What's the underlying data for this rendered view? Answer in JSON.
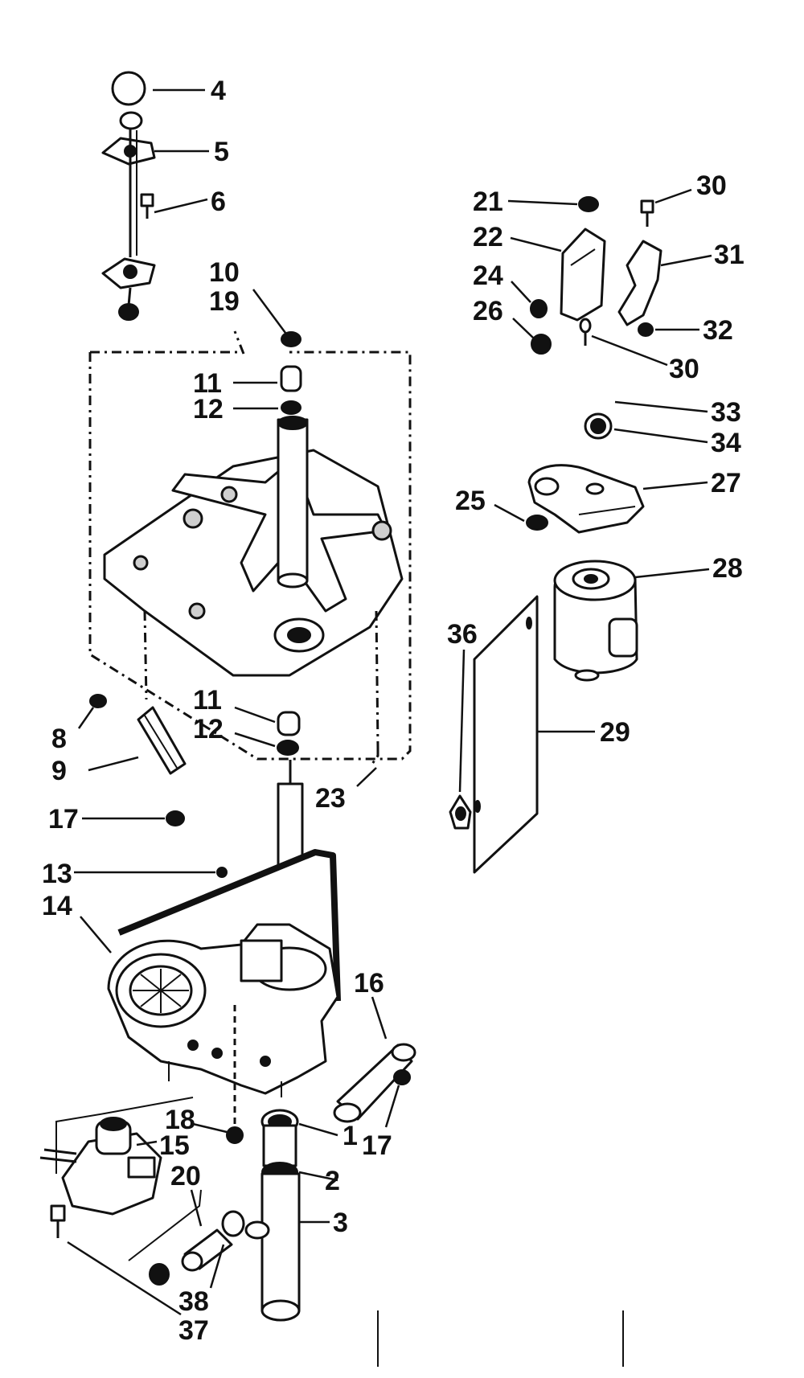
{
  "diagram": {
    "callouts": [
      {
        "id": "c4",
        "label": "4"
      },
      {
        "id": "c5",
        "label": "5"
      },
      {
        "id": "c6",
        "label": "6"
      },
      {
        "id": "c10",
        "label": "10"
      },
      {
        "id": "c19",
        "label": "19"
      },
      {
        "id": "c11a",
        "label": "11"
      },
      {
        "id": "c12a",
        "label": "12"
      },
      {
        "id": "c11b",
        "label": "11"
      },
      {
        "id": "c12b",
        "label": "12"
      },
      {
        "id": "c8",
        "label": "8"
      },
      {
        "id": "c9",
        "label": "9"
      },
      {
        "id": "c17a",
        "label": "17"
      },
      {
        "id": "c23",
        "label": "23"
      },
      {
        "id": "c13",
        "label": "13"
      },
      {
        "id": "c14",
        "label": "14"
      },
      {
        "id": "c16",
        "label": "16"
      },
      {
        "id": "c17b",
        "label": "17"
      },
      {
        "id": "c18",
        "label": "18"
      },
      {
        "id": "c15",
        "label": "15"
      },
      {
        "id": "c20",
        "label": "20"
      },
      {
        "id": "c1",
        "label": "1"
      },
      {
        "id": "c2",
        "label": "2"
      },
      {
        "id": "c3",
        "label": "3"
      },
      {
        "id": "c38",
        "label": "38"
      },
      {
        "id": "c37",
        "label": "37"
      },
      {
        "id": "c21",
        "label": "21"
      },
      {
        "id": "c22",
        "label": "22"
      },
      {
        "id": "c24",
        "label": "24"
      },
      {
        "id": "c26",
        "label": "26"
      },
      {
        "id": "c30a",
        "label": "30"
      },
      {
        "id": "c31",
        "label": "31"
      },
      {
        "id": "c32",
        "label": "32"
      },
      {
        "id": "c30b",
        "label": "30"
      },
      {
        "id": "c33",
        "label": "33"
      },
      {
        "id": "c34",
        "label": "34"
      },
      {
        "id": "c27",
        "label": "27"
      },
      {
        "id": "c25",
        "label": "25"
      },
      {
        "id": "c28",
        "label": "28"
      },
      {
        "id": "c36",
        "label": "36"
      },
      {
        "id": "c29",
        "label": "29"
      }
    ]
  }
}
